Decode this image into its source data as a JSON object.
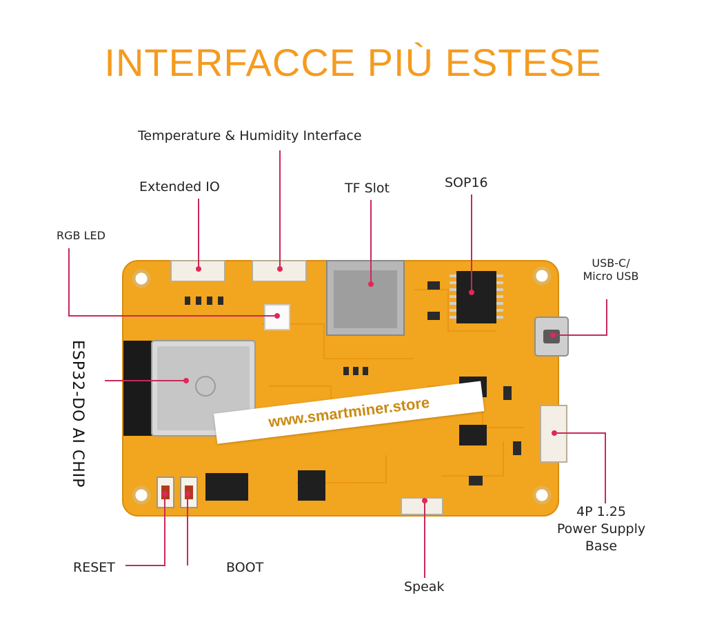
{
  "title": "INTERFACCE PIÙ ESTESE",
  "labels": {
    "temp_humidity": "Temperature & Humidity Interface",
    "extended_io": "Extended IO",
    "tf_slot": "TF Slot",
    "sop16": "SOP16",
    "rgb_led": "RGB LED",
    "usb_line1": "USB-C/",
    "usb_line2": "Micro USB",
    "esp32": "ESP32-DO AI CHIP",
    "power_line1": "4P 1.25",
    "power_line2": "Power Supply",
    "power_line3": "Base",
    "reset": "RESET",
    "boot": "BOOT",
    "speak": "Speak"
  },
  "watermark": "www.smartminer.store",
  "colors": {
    "title": "#f59b1f",
    "board": "#f2a51f",
    "leader": "#c8285a"
  }
}
